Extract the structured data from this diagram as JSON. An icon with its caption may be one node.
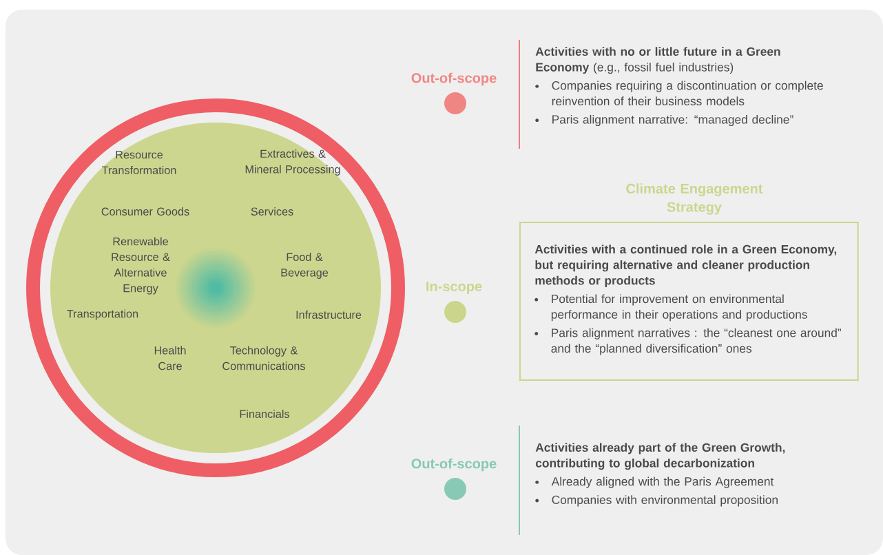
{
  "diagram": {
    "nodes": [
      {
        "text": [],
        "shape": "circle"
      },
      {
        "text": [
          "Resource Transformation",
          "Extractives & Mineral Processing",
          "Consumer Goods",
          "Services",
          "Renewable Resource & Alternative Energy",
          "Food & Beverage",
          "Transportation",
          "Infrastructure",
          "Health Care",
          "Technology & Communications",
          "Financials"
        ],
        "in": 0
      },
      {
        "text": [
          "**Activities with no or little future in a Green Economy** (e.g., fossil fuel industries)",
          "Companies requiring a discontinuation or complete reinvention of their business models",
          "Paris alignment narrative: “managed decline”"
        ]
      },
      {
        "text": [
          "Climate Engagement Strategy",
          "Activities with a continued role in a Green Economy, but requiring alternative and cleaner production methods or products",
          "Potential for improvement on environmental performance in their operations and productions",
          "Paris alignment narratives : the “cleanest one around” and the “planned diversification” ones"
        ]
      },
      {
        "text": [
          "Activities already part of the Green Growth, contributing to global decarbonization",
          "Already aligned with the Paris Agreement",
          "Companies with environmental proposition"
        ]
      }
    ],
    "legend": [
      {
        "text": "Out-of-scope",
        "color": "#f08683"
      },
      {
        "text": "In-scope",
        "color": "#cbd68c"
      },
      {
        "text": "Out-of-scope",
        "color": "#86c9b4"
      }
    ]
  }
}
